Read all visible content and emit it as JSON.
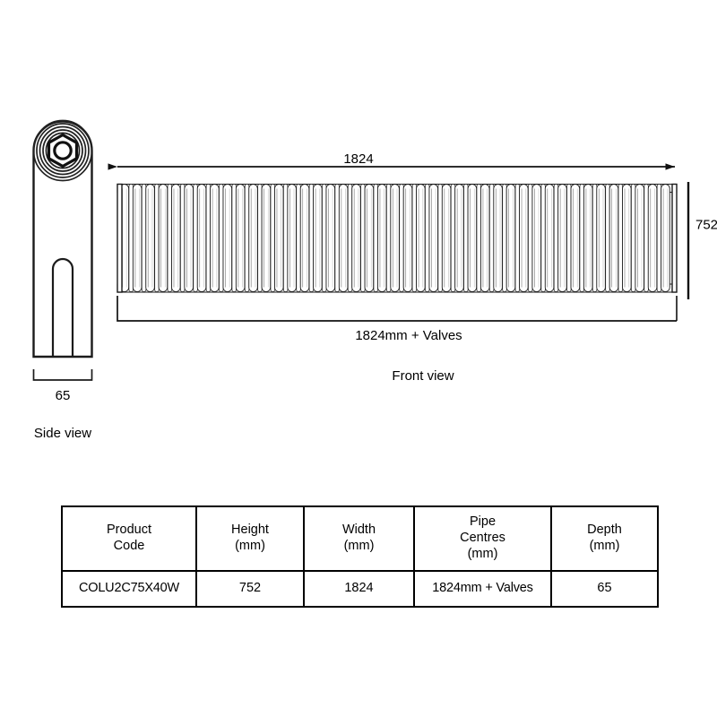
{
  "drawing": {
    "title": "Radiator dimensional drawing",
    "stroke_color": "#1a1a1a",
    "fill_color": "#ffffff",
    "views": {
      "front": {
        "label": "Front view",
        "column_count": 43,
        "dim_top": {
          "name": "overall-width",
          "value": "1824",
          "arrow_style": "double-headed"
        },
        "dim_right": {
          "name": "overall-height",
          "value": "752",
          "arrow_style": "plain-extension"
        },
        "dim_bottom": {
          "name": "pipe-centres",
          "value": "1824mm + Valves",
          "arrow_style": "bracket"
        }
      },
      "side": {
        "label": "Side view",
        "dim_bottom": {
          "name": "depth",
          "value": "65",
          "arrow_style": "bracket"
        },
        "detail": "hex-nut-concentric-rings"
      }
    }
  },
  "table": {
    "headers": [
      {
        "line1": "Product",
        "line2": "Code"
      },
      {
        "line1": "Height",
        "line2": "(mm)"
      },
      {
        "line1": "Width",
        "line2": "(mm)"
      },
      {
        "line1": "Pipe",
        "line2": "Centres",
        "line3": "(mm)"
      },
      {
        "line1": "Depth",
        "line2": "(mm)"
      }
    ],
    "rows": [
      {
        "product_code": "COLU2C75X40W",
        "height": "752",
        "width": "1824",
        "pipe_centres": "1824mm + Valves",
        "depth": "65"
      }
    ]
  }
}
